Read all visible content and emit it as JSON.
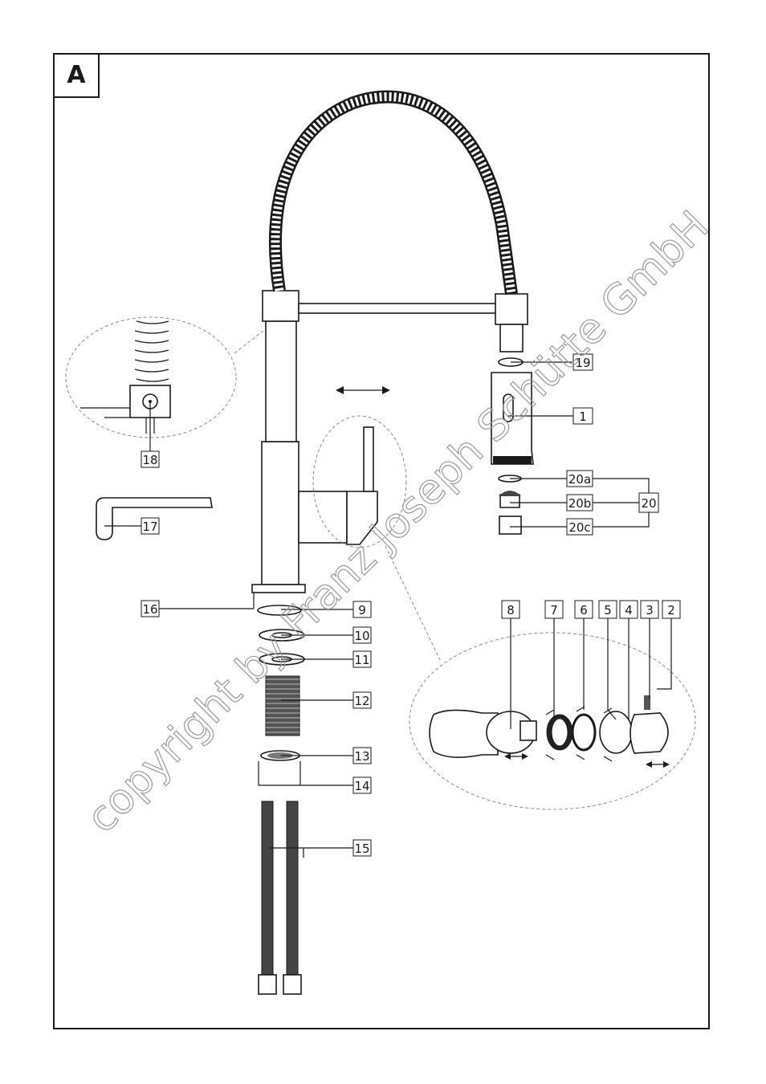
{
  "section_label": "A",
  "watermark": "copyright by Franz Joseph Schütte GmbH",
  "callouts": {
    "c1": "1",
    "c2": "2",
    "c3": "3",
    "c4": "4",
    "c5": "5",
    "c6": "6",
    "c7": "7",
    "c8": "8",
    "c9": "9",
    "c10": "10",
    "c11": "11",
    "c12": "12",
    "c13": "13",
    "c14": "14",
    "c15": "15",
    "c16": "16",
    "c17": "17",
    "c18": "18",
    "c19": "19",
    "c20": "20",
    "c20a": "20a",
    "c20b": "20b",
    "c20c": "20c"
  }
}
